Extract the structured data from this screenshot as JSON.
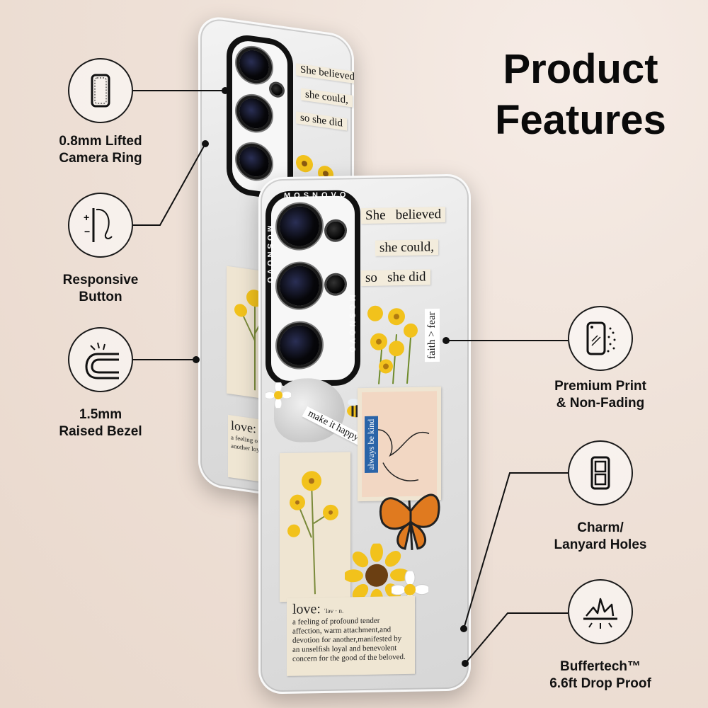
{
  "title": "Product Features",
  "features": [
    {
      "label_line1": "0.8mm Lifted",
      "label_line2": "Camera Ring",
      "icon": "phone-outline-icon"
    },
    {
      "label_line1": "Responsive",
      "label_line2": "Button",
      "icon": "button-press-icon"
    },
    {
      "label_line1": "1.5mm",
      "label_line2": "Raised Bezel",
      "icon": "bezel-edge-icon"
    },
    {
      "label_line1": "Premium Print",
      "label_line2": "& Non-Fading",
      "icon": "print-spray-icon"
    },
    {
      "label_line1": "Charm/",
      "label_line2": "Lanyard Holes",
      "icon": "lanyard-holes-icon"
    },
    {
      "label_line1": "Buffertech™",
      "label_line2": "6.6ft Drop Proof",
      "icon": "drop-impact-icon"
    }
  ],
  "phone_print": {
    "brand": "MOSNOVO",
    "quote": {
      "w1": "She",
      "w2": "believed",
      "w3": "she could,",
      "w4": "so",
      "w5": "she did"
    },
    "tag_faith": "faith > fear",
    "tag_happy": "make it happy",
    "tag_kind": "always be kind",
    "love_word": "love:",
    "love_pron": "ˈləv · n.",
    "love_def": "a feeling of profound tender affection, warm attachment,and devotion for another,manifested by an unselfish loyal and benevolent concern for the good of the beloved.",
    "back_def": "a feeling of warm a another loyal a"
  },
  "colors": {
    "accent": "#111111",
    "flower": "#f2c21c",
    "butterfly": "#e07a1f"
  }
}
